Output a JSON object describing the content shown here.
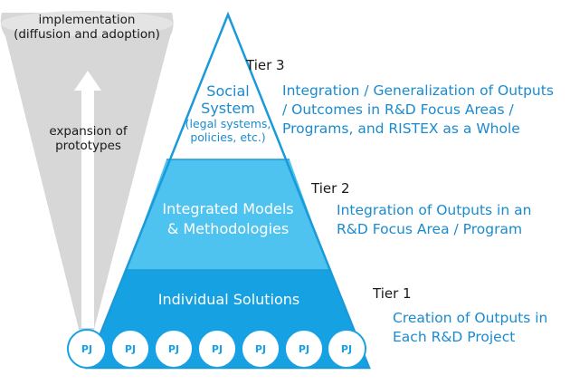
{
  "funnel": {
    "top_label_line1": "implementation",
    "top_label_line2": "(diffusion and adoption)",
    "arrow_label_line1": "expansion of",
    "arrow_label_line2": "prototypes"
  },
  "pyramid": {
    "top_line1": "Social",
    "top_line2": "System",
    "top_line3": "(legal systems,",
    "top_line4": "policies, etc.)",
    "middle_line1": "Integrated Models",
    "middle_line2": "& Methodologies",
    "bottom_line1": "Individual Solutions",
    "projects": [
      "PJ",
      "PJ",
      "PJ",
      "PJ",
      "PJ",
      "PJ",
      "PJ"
    ]
  },
  "tiers": [
    {
      "name": "Tier 3",
      "lines": [
        "Integration / Generalization of Outputs",
        "/ Outcomes in R&D Focus Areas /",
        "Programs, and RISTEX as a Whole"
      ]
    },
    {
      "name": "Tier 2",
      "lines": [
        "Integration of Outputs in an",
        "R&D Focus Area / Program"
      ]
    },
    {
      "name": "Tier 1",
      "lines": [
        "Creation of Outputs in",
        "Each R&D Project"
      ]
    }
  ],
  "colors": {
    "funnel": "#d7d7d7",
    "tier3_fill": "#ffffff",
    "tier2_fill": "#4ec3f0",
    "tier1_fill": "#16a1e3",
    "pyramid_outline": "#1a9ad8",
    "text_blue": "#1a8bcf",
    "circle_fill": "#ffffff",
    "circle_stroke": "#16a1e3"
  }
}
